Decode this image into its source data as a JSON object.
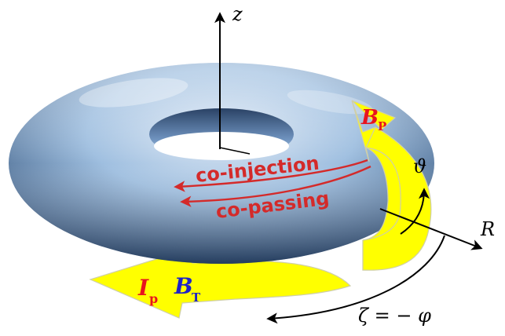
{
  "labels": {
    "z_axis": "z",
    "r_axis": "R",
    "theta": "ϑ",
    "zeta_eq": "ζ = − φ",
    "co_injection": "co-injection",
    "co_passing": "co-passing",
    "bp_main": "B",
    "bp_sub": "P",
    "ip_main": "I",
    "ip_sub": "p",
    "bt_main": "B",
    "bt_sub": "T"
  },
  "colors": {
    "torus_light": "#eef4fb",
    "torus_mid": "#8fb3d9",
    "torus_dark": "#2f4f77",
    "arrow_fill": "#ffff00",
    "arrow_stroke": "#c8c8a0",
    "flow_red": "#d42a2a",
    "current_red": "#e8141e",
    "field_blue": "#1e22c8",
    "axis_black": "#000000"
  },
  "icons": {
    "z_axis": "up-arrow",
    "r_axis": "right-arrow",
    "toroidal_angle": "curved-arrow",
    "poloidal_angle": "curved-arrow",
    "poloidal_field": "curved-block-arrow",
    "plasma_current": "curved-block-arrow"
  }
}
